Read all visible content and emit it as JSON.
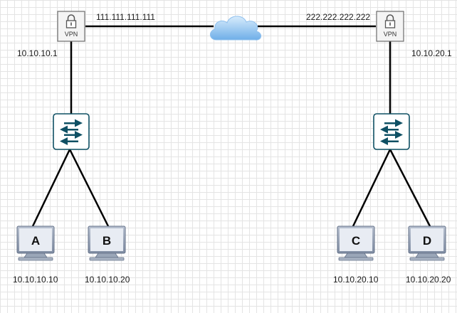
{
  "links": {
    "wan_left_ip": "111.111.111.111",
    "wan_right_ip": "222.222.222.222"
  },
  "vpn_left": {
    "label": "VPN",
    "lan_ip": "10.10.10.1",
    "icon": "lock-icon"
  },
  "vpn_right": {
    "label": "VPN",
    "lan_ip": "10.10.20.1",
    "icon": "lock-icon"
  },
  "cloud": {
    "icon": "cloud-icon"
  },
  "switches": [
    {
      "icon": "switch-icon"
    },
    {
      "icon": "switch-icon"
    }
  ],
  "hosts": [
    {
      "letter": "A",
      "ip": "10.10.10.10"
    },
    {
      "letter": "B",
      "ip": "10.10.10.20"
    },
    {
      "letter": "C",
      "ip": "10.10.20.10"
    },
    {
      "letter": "D",
      "ip": "10.10.20.20"
    }
  ],
  "colors": {
    "switch_fill": "#ffffff",
    "switch_border": "#0f5064",
    "switch_arrow": "#0f5064",
    "cloud_light": "#d3e8fb",
    "cloud_dark": "#7ab4ea",
    "monitor_frame": "#8e9bb0",
    "monitor_screen": "#e6eaf2",
    "line": "#000000"
  }
}
